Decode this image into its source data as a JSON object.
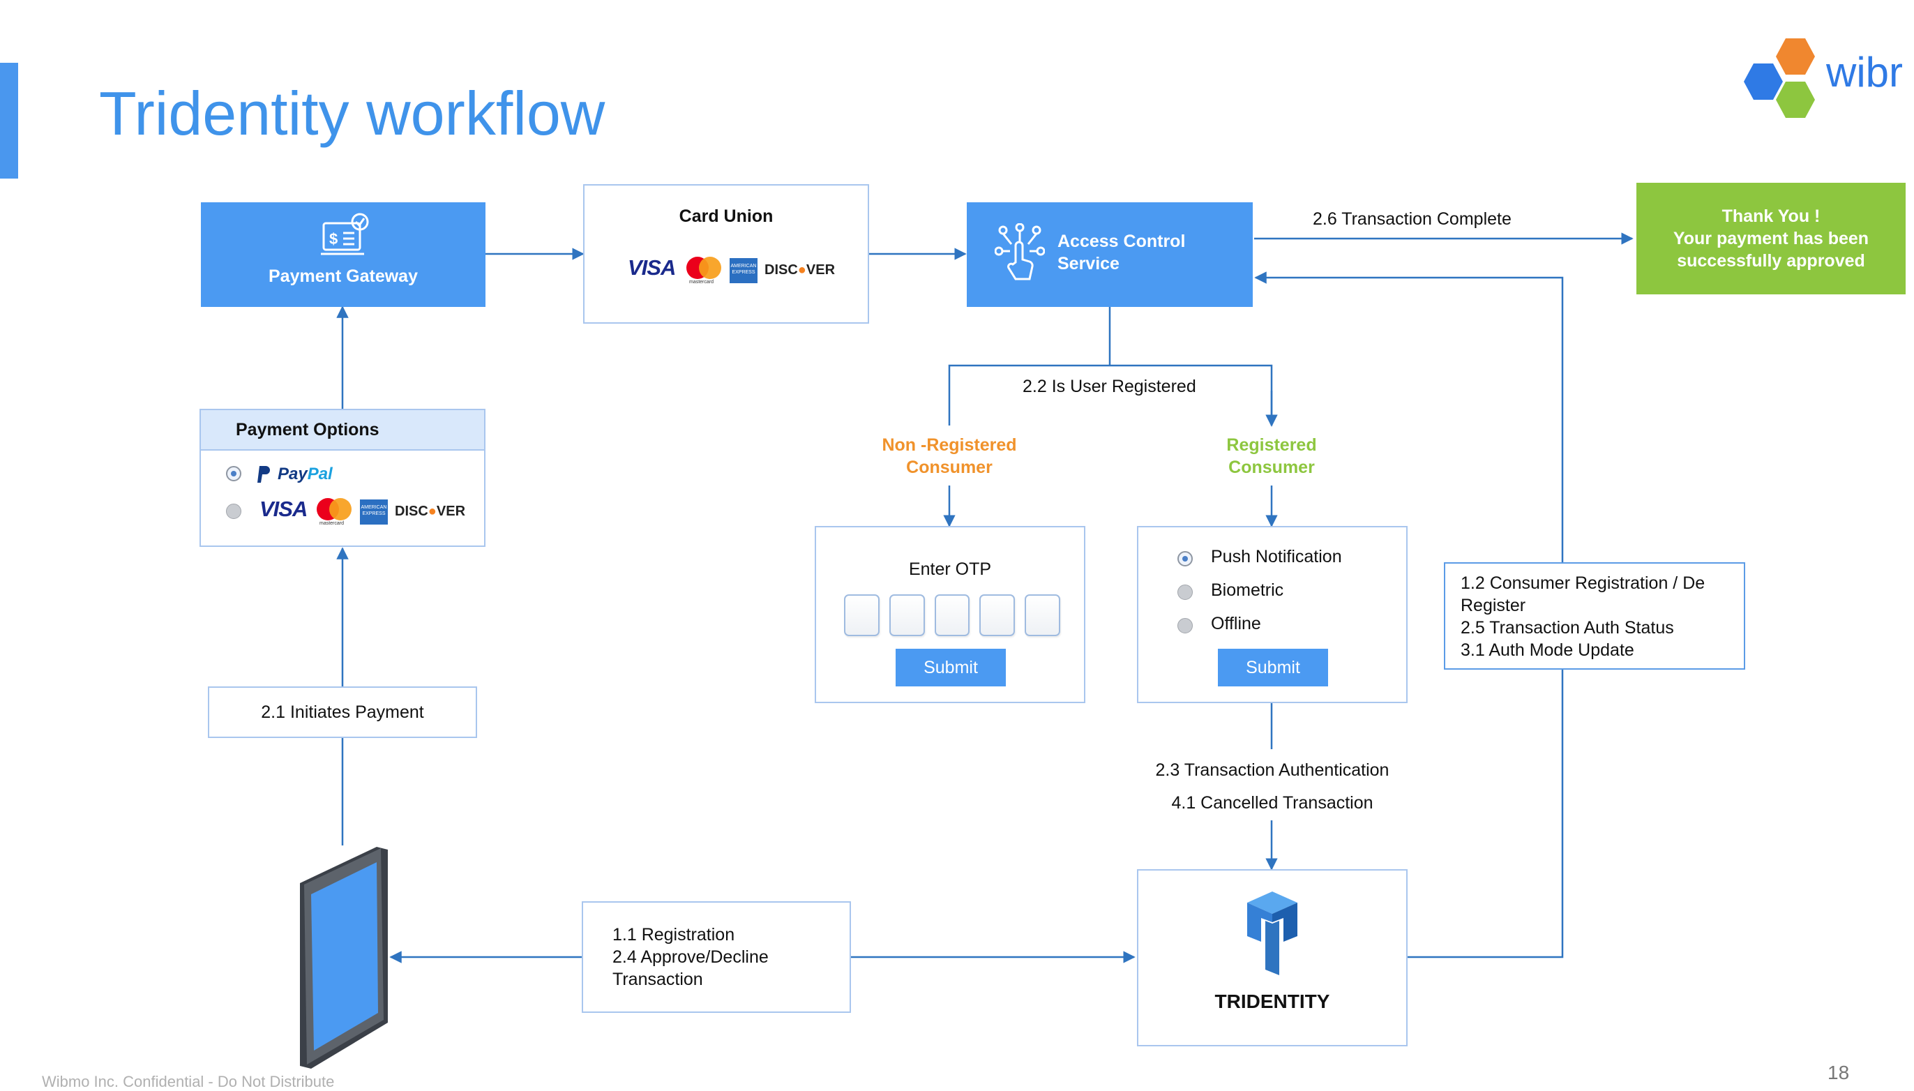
{
  "slide": {
    "title": "Tridentity workflow",
    "page_number": "18",
    "footer": "Wibmo Inc. Confidential - Do Not Distribute"
  },
  "logo": {
    "text": "wibr"
  },
  "payment_gateway": {
    "label": "Payment Gateway",
    "icon": "payment-screen-icon"
  },
  "card_union": {
    "label": "Card Union"
  },
  "access_control": {
    "label_line1": "Access Control",
    "label_line2": "Service",
    "icon": "touch-network-icon"
  },
  "thank_you": {
    "line1": "Thank You !",
    "line2": "Your payment has been",
    "line3": "successfully approved"
  },
  "edges": {
    "transaction_complete": "2.6 Transaction Complete",
    "is_user_registered": "2.2 Is User Registered",
    "initiates_payment": "2.1 Initiates Payment",
    "transaction_auth_line1": "2.3 Transaction Authentication",
    "transaction_auth_line2": "4.1 Cancelled Transaction"
  },
  "payment_options": {
    "header": "Payment Options",
    "paypal_pre": "Pay",
    "paypal_post": "Pal"
  },
  "card_brands": {
    "visa": "VISA",
    "mastercard": "mastercard",
    "amex": "AMERICAN EXPRESS",
    "discover_pre": "DISC",
    "discover_post": "VER"
  },
  "non_registered": {
    "line1": "Non -Registered",
    "line2": "Consumer",
    "color": "#f0922b"
  },
  "registered": {
    "line1": "Registered",
    "line2": "Consumer",
    "color": "#8dc63f"
  },
  "otp_panel": {
    "label": "Enter OTP",
    "submit": "Submit",
    "cells": 5
  },
  "auth_panel": {
    "options": [
      "Push Notification",
      "Biometric",
      "Offline"
    ],
    "selected": 0,
    "submit": "Submit"
  },
  "consumer_note": {
    "line1": "1.2 Consumer Registration / De",
    "line2": "Register",
    "line3": "2.5 Transaction Auth Status",
    "line4": "3.1 Auth Mode Update"
  },
  "registration_note": {
    "line1": "1.1 Registration",
    "line2": "2.4 Approve/Decline",
    "line3": "Transaction"
  },
  "tridentity": {
    "label": "TRIDENTITY"
  },
  "colors": {
    "primary": "#4b9af2",
    "title": "#3f93ea",
    "green": "#8dc63f",
    "connector": "#2f74c0"
  }
}
